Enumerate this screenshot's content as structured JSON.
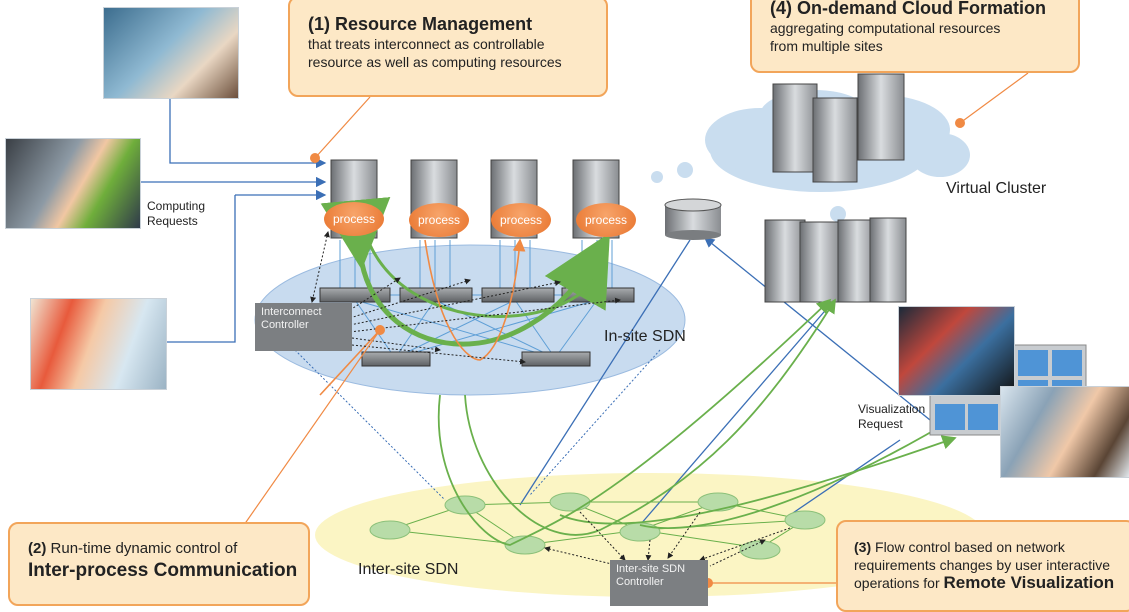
{
  "callouts": {
    "resource_mgmt": {
      "num": "(1)",
      "title": "Resource Management",
      "line1": "that treats interconnect as controllable",
      "line2": "resource as well as computing resources"
    },
    "cloud": {
      "num": "(4)",
      "title": "On-demand Cloud Formation",
      "line1": "aggregating computational resources",
      "line2": "from multiple sites"
    },
    "ipc": {
      "num": "(2)",
      "line1": "Run-time dynamic control of",
      "title": "Inter-process Communication"
    },
    "flow": {
      "num": "(3)",
      "line1": "Flow control based on network",
      "line2": "requirements changes by user interactive",
      "line3": "operations for",
      "title": "Remote Visualization"
    }
  },
  "labels": {
    "computing_requests": "Computing\nRequests",
    "virtual_cluster": "Virtual Cluster",
    "in_site_sdn": "In-site SDN",
    "inter_site_sdn": "Inter-site SDN",
    "interconnect_controller": "Interconnect\nController",
    "inter_site_controller": "Inter-site SDN\nController",
    "visualization_request": "Visualization\nRequest"
  },
  "process_label": "process",
  "colors": {
    "callout_fill": "#fde8c6",
    "callout_border": "#f2a55a",
    "green_flow": "#6ab04c",
    "orange_flow": "#f08a44",
    "blue_link": "#3b6fb6",
    "in_site_ellipse": "#c8dbef",
    "inter_site_ellipse": "#fbf5c4"
  }
}
